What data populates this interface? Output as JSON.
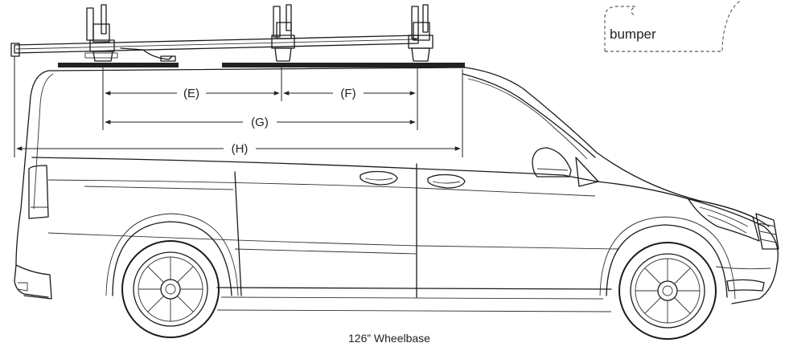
{
  "callout": {
    "label": "bumper"
  },
  "dimensions": {
    "e": "(E)",
    "f": "(F)",
    "g": "(G)",
    "h": "(H)"
  },
  "caption": "126” Wheelbase"
}
